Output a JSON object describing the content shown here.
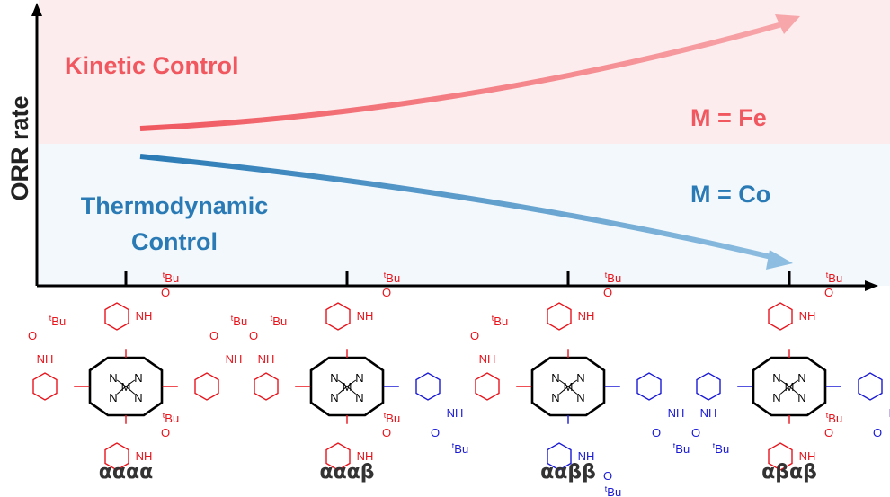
{
  "y_axis_label": "ORR rate",
  "regions": {
    "kinetic": {
      "label": "Kinetic Control",
      "color": "#f0575f",
      "fill": "#fdeced"
    },
    "thermodynamic": {
      "label_line1": "Thermodynamic",
      "label_line2": "Control",
      "color": "#2a7ab5",
      "fill": "#f2f8fc"
    }
  },
  "trends": {
    "fe": {
      "label": "M = Fe",
      "direction": "increasing",
      "color": "#f0575f"
    },
    "co": {
      "label": "M = Co",
      "direction": "decreasing",
      "color": "#2a7ab5"
    }
  },
  "atoms": {
    "metal": "M",
    "nitrogen": "N",
    "amide_nh": "NH",
    "oxygen": "O",
    "tbu_prefix": "t",
    "tbu": "Bu"
  },
  "face_colors": {
    "alpha": "#e8141c",
    "beta": "#1a1ad6"
  },
  "isomers": [
    {
      "label": "αααα",
      "arms": [
        "alpha",
        "alpha",
        "alpha",
        "alpha"
      ]
    },
    {
      "label": "αααβ",
      "arms": [
        "alpha",
        "beta",
        "alpha",
        "alpha"
      ]
    },
    {
      "label": "ααββ",
      "arms": [
        "alpha",
        "beta",
        "beta",
        "alpha"
      ]
    },
    {
      "label": "αβαβ",
      "arms": [
        "alpha",
        "beta",
        "alpha",
        "beta"
      ]
    }
  ]
}
